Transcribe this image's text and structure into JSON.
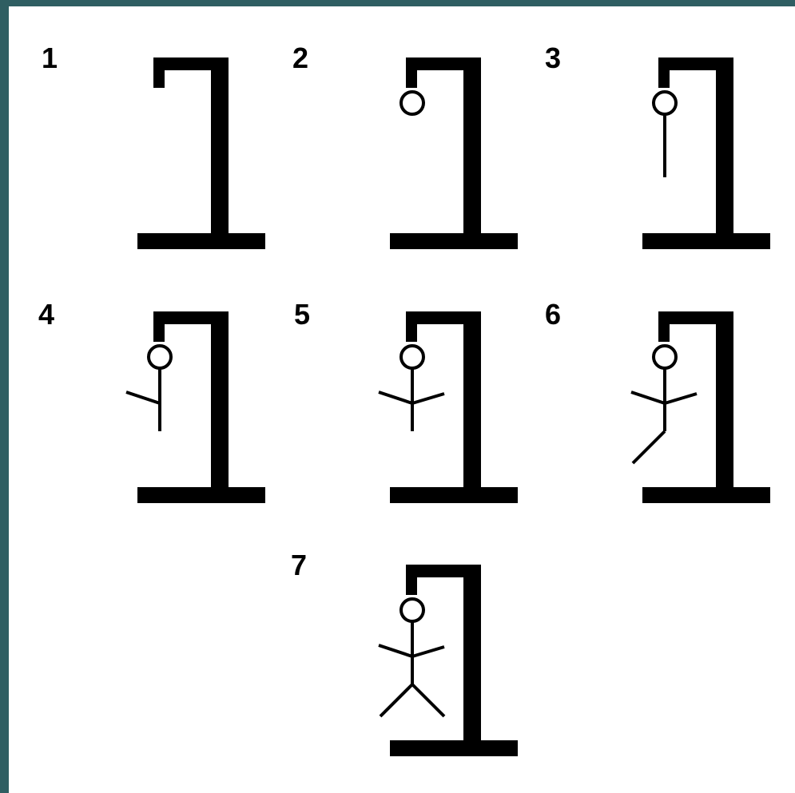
{
  "colors": {
    "background": "#2f5e62",
    "panel": "#ffffff",
    "ink": "#000000"
  },
  "stages": [
    {
      "label": "1",
      "parts": [
        "gallows"
      ]
    },
    {
      "label": "2",
      "parts": [
        "gallows",
        "head"
      ]
    },
    {
      "label": "3",
      "parts": [
        "gallows",
        "head",
        "body"
      ]
    },
    {
      "label": "4",
      "parts": [
        "gallows",
        "head",
        "body",
        "left-arm"
      ]
    },
    {
      "label": "5",
      "parts": [
        "gallows",
        "head",
        "body",
        "left-arm",
        "right-arm"
      ]
    },
    {
      "label": "6",
      "parts": [
        "gallows",
        "head",
        "body",
        "left-arm",
        "right-arm",
        "left-leg"
      ]
    },
    {
      "label": "7",
      "parts": [
        "gallows",
        "head",
        "body",
        "left-arm",
        "right-arm",
        "left-leg",
        "right-leg"
      ]
    }
  ]
}
